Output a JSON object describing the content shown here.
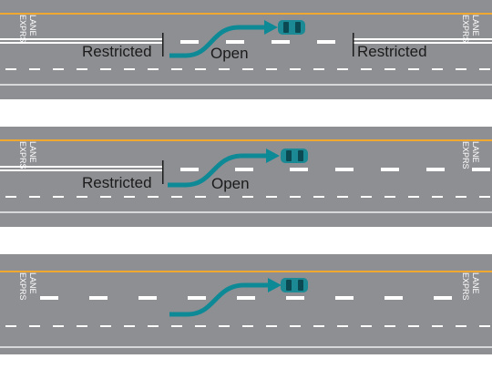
{
  "panels": [
    {
      "id": "panel-1",
      "lane_marking_vertical": [
        "LANE",
        "EXPRS"
      ],
      "lane_marking_vertical_right": [
        "LANE",
        "EXPRS"
      ],
      "labels": {
        "restricted_left": "Restricted",
        "open": "Open",
        "restricted_right": "Restricted"
      }
    },
    {
      "id": "panel-2",
      "lane_marking_vertical": [
        "LANE",
        "EXPRS"
      ],
      "lane_marking_vertical_right": [
        "LANE",
        "EXPRS"
      ],
      "labels": {
        "restricted_left": "Restricted",
        "open": "Open"
      }
    },
    {
      "id": "panel-3",
      "lane_marking_vertical": [
        "LANE",
        "EXPRS"
      ],
      "lane_marking_vertical_right": [
        "LANE",
        "EXPRS"
      ],
      "labels": {}
    }
  ],
  "colors": {
    "road": "#8e8f93",
    "shoulder_line": "#f0a830",
    "lane_dash": "#ffffff",
    "arrow": "#0e8a96",
    "car": "#1b8a94",
    "separator": "#d7d8da"
  }
}
